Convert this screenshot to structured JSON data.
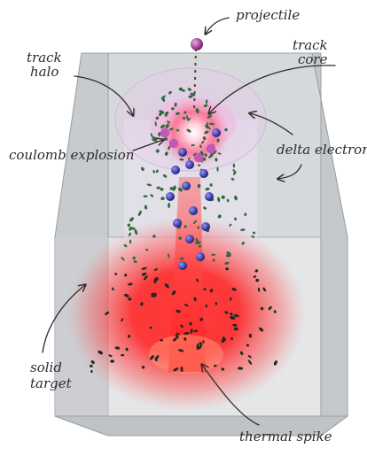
{
  "labels": {
    "projectile": "projectile",
    "track_core_line1": "track",
    "track_core_line2": "core",
    "track_halo_line1": "track",
    "track_halo_line2": "halo",
    "coulomb_explosion": "coulomb explosion",
    "delta_electrons": "delta electrons",
    "solid_target_line1": "solid",
    "solid_target_line2": "target",
    "thermal_spike": "thermal spike"
  },
  "colors": {
    "block_face": "#d4d7da",
    "block_top": "#c9cdd0",
    "block_edge": "#8f959a",
    "cylinder": "#ece4f2",
    "halo": "#e7c7ea",
    "core_glow": "#ff5a7a",
    "thermal_spike": "#ff1a1a",
    "projectile": "#b03a9e",
    "electron": "#2f6b3d",
    "ion": "#3a3fa8",
    "ion_pink": "#c257b8",
    "annotation": "#2b2b2b"
  }
}
